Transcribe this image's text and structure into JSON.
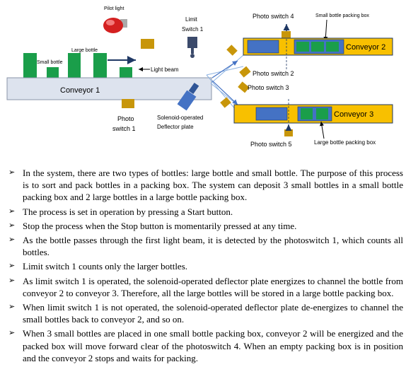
{
  "diagram": {
    "labels": {
      "pilot_light": "Pilot light",
      "limit_switch_1_line1": "Limit",
      "limit_switch_1_line2": "Switch 1",
      "large_bottle": "Large bottle",
      "small_bottle": "Small bottle",
      "light_beam": "Light beam",
      "conveyor_1": "Conveyor 1",
      "photo_switch_1_line1": "Photo",
      "photo_switch_1_line2": "switch 1",
      "deflector_line1": "Solenoid-operated",
      "deflector_line2": "Deflector plate",
      "photo_switch_4": "Photo switch 4",
      "small_bottle_packing_box": "Small bottle packing box",
      "conveyor_2": "Conveyor 2",
      "photo_switch_2": "Photo switch 2",
      "photo_switch_3": "Photo switch 3",
      "conveyor_3": "Conveyor 3",
      "photo_switch_5": "Photo switch 5",
      "large_bottle_packing_box": "Large bottle packing box"
    },
    "colors": {
      "bottle_green": "#1a9e4a",
      "conveyor_1_fill": "#dde3ee",
      "conveyor_yellow": "#f8c000",
      "box_blue": "#4472c4",
      "sensor_gold": "#c8960a",
      "arrow_navy": "#1f3864",
      "pilot_red": "#d42020"
    }
  },
  "bullets": [
    "In the system, there are two types of bottles: large bottle and small bottle. The purpose of this process is to sort and pack bottles in a packing box. The system can deposit 3 small bottles in a small bottle packing box and 2 large bottles in a large bottle packing box.",
    "The process is set in operation by pressing a Start button.",
    "Stop the process when the Stop button is momentarily pressed at any time.",
    "As the bottle passes through the first light beam, it is detected by the photoswitch 1, which counts all bottles.",
    "Limit switch 1 counts only the larger bottles.",
    "As limit switch 1 is operated, the solenoid-operated deflector plate energizes to channel the bottle from conveyor 2 to conveyor 3. Therefore, all the large bottles will be stored in a large bottle packing box.",
    "When limit switch 1 is not operated, the solenoid-operated deflector plate de-energizes to channel the small bottles back to conveyor 2, and so on.",
    "When 3 small bottles are placed in one small bottle packing box, conveyor 2 will be energized and the packed box will move forward clear of the photoswitch 4. When an empty packing box is in position and the conveyor 2 stops and waits for packing."
  ]
}
